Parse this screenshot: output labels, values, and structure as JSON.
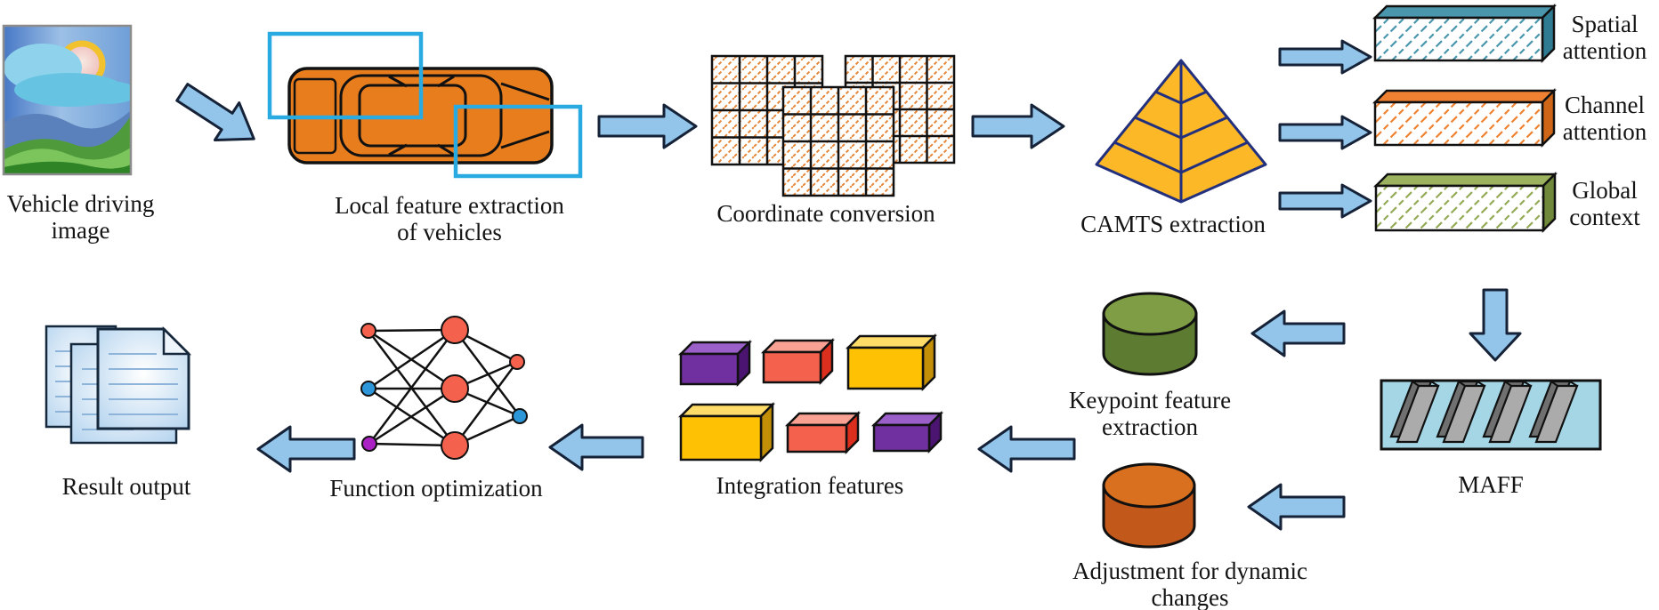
{
  "figure": {
    "type": "flow-diagram",
    "background": "#ffffff"
  },
  "row1": {
    "vehicle_image": {
      "label_lines": [
        "Vehicle driving",
        "image"
      ]
    },
    "local_feature": {
      "label_lines": [
        "Local feature extraction",
        "of vehicles"
      ]
    },
    "coordinate_conversion": {
      "label": "Coordinate conversion"
    },
    "camts": {
      "label": "CAMTS extraction"
    },
    "attention_outputs": [
      {
        "label_lines": [
          "Spatial",
          "attention"
        ],
        "color": "#4a96ac"
      },
      {
        "label_lines": [
          "Channel",
          "attention"
        ],
        "color": "#f08032"
      },
      {
        "label_lines": [
          "Global",
          "context"
        ],
        "color": "#94aa55"
      }
    ]
  },
  "row2": {
    "maff": {
      "label": "MAFF",
      "box_color": "#a5d6e6",
      "slab_color": "#ababab"
    },
    "keypoint": {
      "label_lines": [
        "Keypoint feature",
        "extraction"
      ],
      "color": "#6d8c3a"
    },
    "adjustment": {
      "label_lines": [
        "Adjustment for dynamic",
        "changes"
      ],
      "color": "#c2591b"
    },
    "integration": {
      "label": "Integration features",
      "box_colors": [
        "#7030a0",
        "#f4614d",
        "#ffc103"
      ]
    },
    "function_optimization": {
      "label": "Function optimization"
    },
    "result_output": {
      "label": "Result output"
    }
  },
  "colors": {
    "arrow_fill": "#92c5e9",
    "arrow_stroke": "#152238",
    "car_fill": "#e87d1e",
    "detection_box": "#29abe2",
    "grid_hatch": "#e5873a",
    "pyramid_fill": "#fcb826",
    "pyramid_stroke": "#23307d",
    "text": "#141414"
  }
}
